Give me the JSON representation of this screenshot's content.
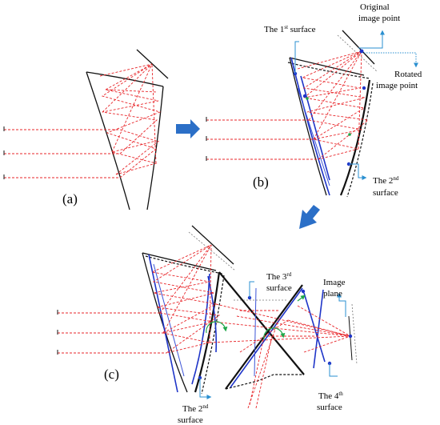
{
  "panels": {
    "a": "(a)",
    "b": "(b)",
    "c": "(c)"
  },
  "labels": {
    "surface1_prefix": "The 1",
    "surface1_sup": "st",
    "surface1_suffix": " surface",
    "original_line1": "Original",
    "original_line2": "image point",
    "rotated_line1": "Rotated",
    "rotated_line2": "image point",
    "surface2_b_prefix": "The 2",
    "surface2_b_sup": "nd",
    "surface2_b_line2": "surface",
    "surface3_prefix": "The 3",
    "surface3_sup": "rd",
    "surface3_line2": "surface",
    "image_plane_line1": "Image",
    "image_plane_line2": "plane",
    "surface2_c_prefix": "The 2",
    "surface2_c_sup": "nd",
    "surface2_c_line2": "surface",
    "surface4_prefix": "The 4",
    "surface4_sup": "th",
    "surface4_line2": "surface"
  },
  "colors": {
    "ray": "#e8262a",
    "lens": "#111111",
    "surface": "#1f35c8",
    "callout": "#2a8fd0",
    "rotation": "#1fa84a",
    "arrow": "#2b6fc7"
  }
}
